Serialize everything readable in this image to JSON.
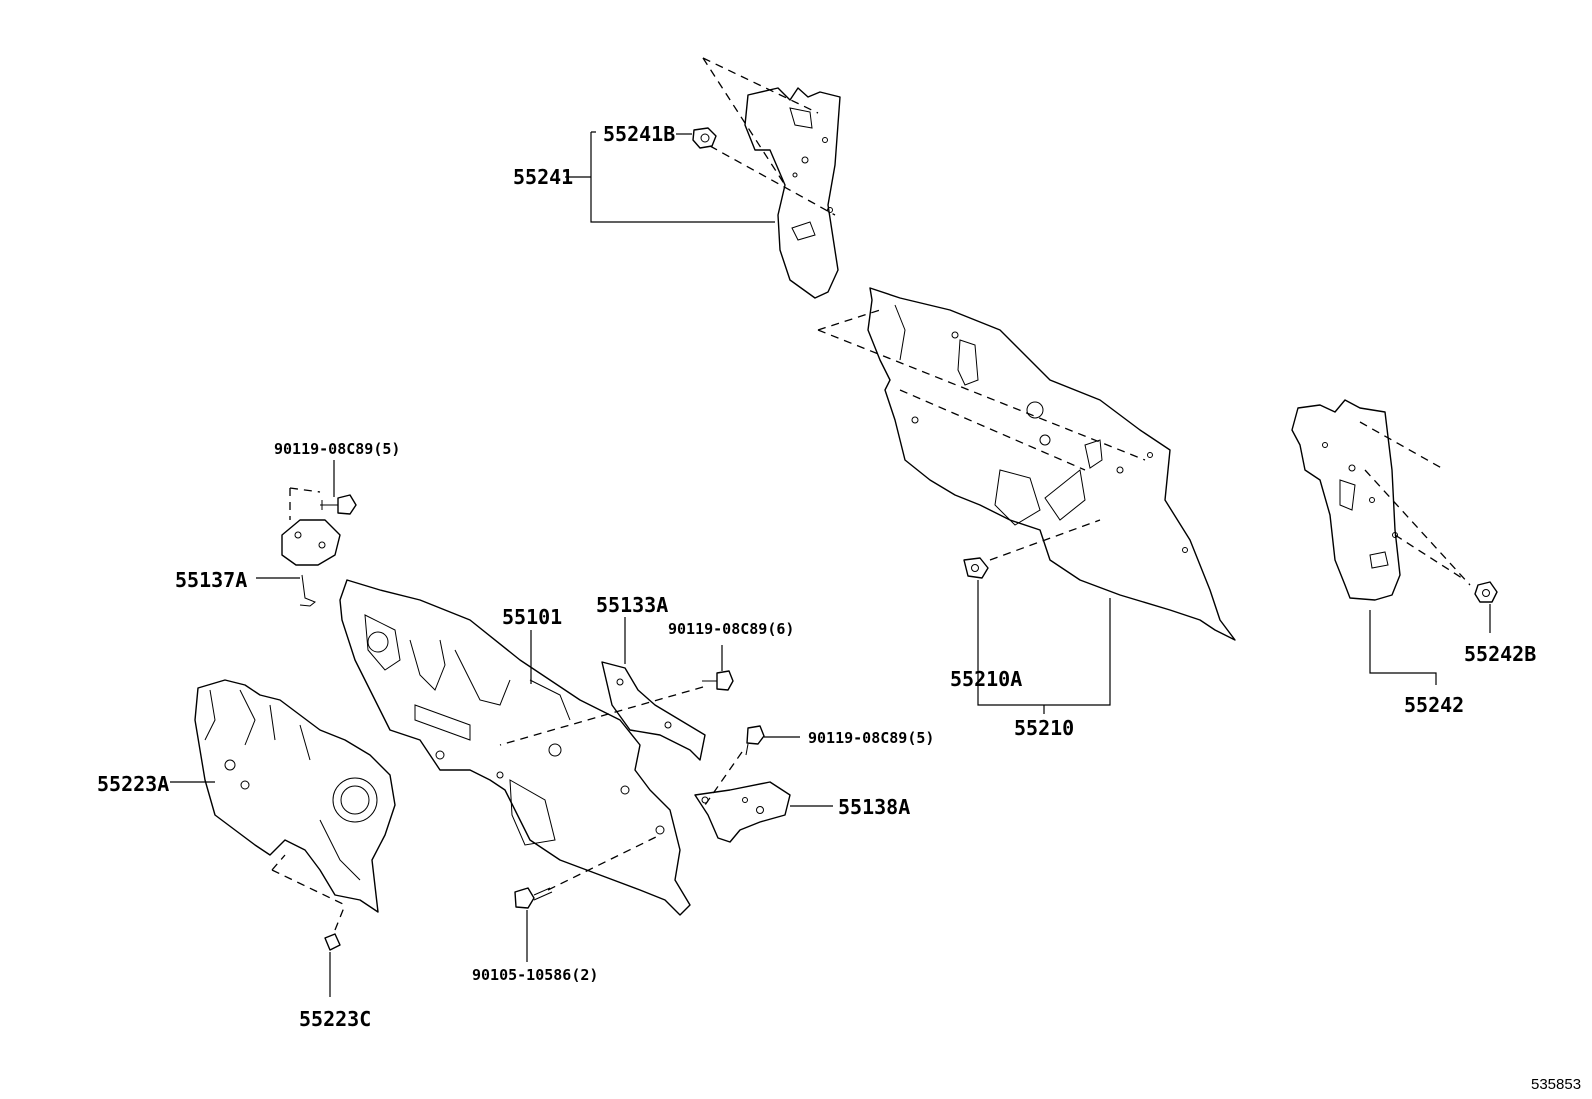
{
  "labels": {
    "p55241B": "55241B",
    "p55241": "55241",
    "p90119_5a": "90119-08C89(5)",
    "p55137A": "55137A",
    "p55101": "55101",
    "p55133A": "55133A",
    "p90119_6": "90119-08C89(6)",
    "p90119_5b": "90119-08C89(5)",
    "p55138A": "55138A",
    "p55223A": "55223A",
    "p90105": "90105-10586(2)",
    "p55223C": "55223C",
    "p55210A": "55210A",
    "p55210": "55210",
    "p55242B": "55242B",
    "p55242": "55242"
  },
  "diagram_id": "535853"
}
